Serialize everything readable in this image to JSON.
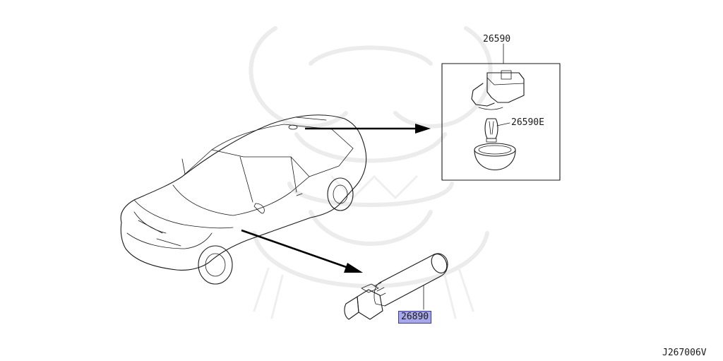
{
  "parts": [
    {
      "id": "26590",
      "label": "26590"
    },
    {
      "id": "26590E",
      "label": "26590E"
    },
    {
      "id": "26890",
      "label": "26890",
      "highlighted": true
    }
  ],
  "diagram_code": "J267006V",
  "colors": {
    "line": "#1a1a1a",
    "arrow": "#000000",
    "highlight_fill": "#a8a8e8",
    "highlight_border": "#3a3a9a",
    "watermark": "#ececec"
  }
}
